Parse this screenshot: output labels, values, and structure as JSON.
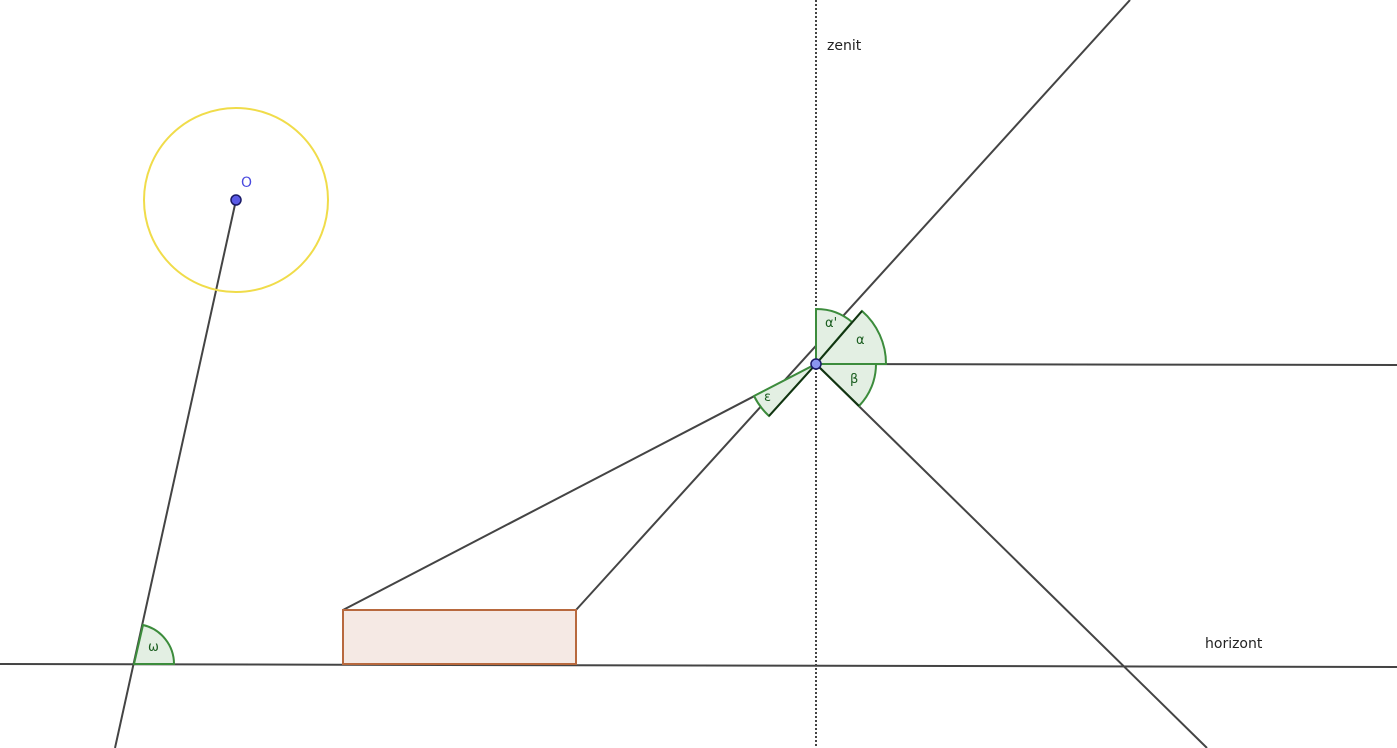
{
  "labels": {
    "zenith": "zenit",
    "horizon": "horizont",
    "point_o": "O"
  },
  "angles": {
    "alpha_prime": "α'",
    "alpha": "α",
    "beta": "β",
    "epsilon": "ε",
    "omega": "ω"
  },
  "colors": {
    "line": "#444444",
    "circle": "#f0dc4a",
    "angle_fill": "#e3efe3",
    "angle_stroke": "#3c8c3c",
    "angle_text": "#1b5e20",
    "rect_fill": "#f5e9e4",
    "rect_stroke": "#b8693e",
    "point_fill": "#5a5ae6",
    "point_stroke": "#1a1a66",
    "point_label": "#4a4adf"
  }
}
